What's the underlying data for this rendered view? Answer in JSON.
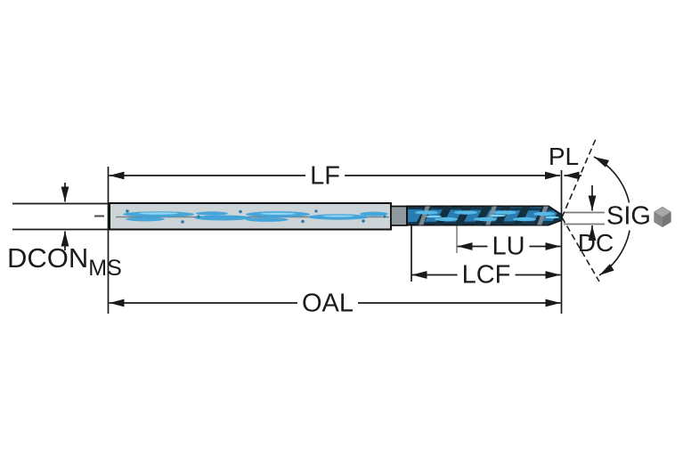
{
  "diagram": {
    "type": "drill-dimension-drawing",
    "labels": {
      "lf": "LF",
      "pl": "PL",
      "sig": "SIG",
      "dc": "DC",
      "lu": "LU",
      "lcf": "LCF",
      "oal": "OAL",
      "dcon": "DCON",
      "dcon_subscript": "MS"
    },
    "icons": [
      {
        "name": "3d-model-cube-icon"
      }
    ],
    "colors": {
      "background": "#ffffff",
      "line": "#1a1a1a",
      "gray_line": "#7a7a7a",
      "shank_fill": "#cdd4d8",
      "flute_blue": "#2a7cb0",
      "flute_dark": "#14303f",
      "flute_highlight": "#55b9e8",
      "swirl_blue": "#3fa3da",
      "icon_gray": "#949494"
    }
  }
}
